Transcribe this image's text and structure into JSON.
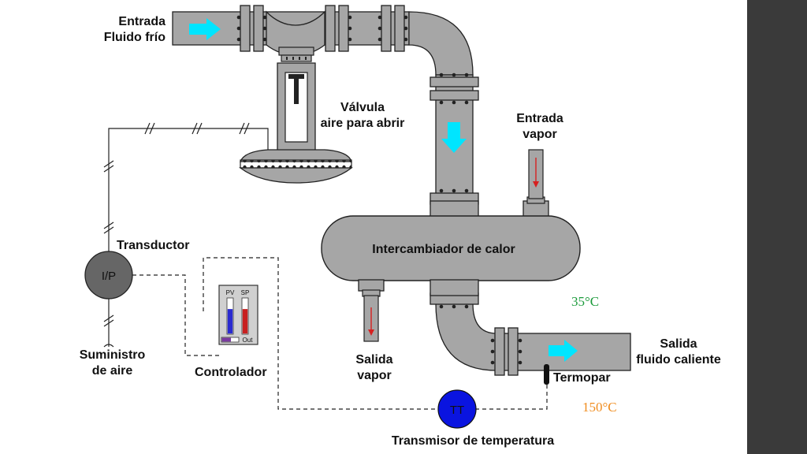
{
  "labels": {
    "inlet": "Entrada\nFluido frío",
    "valve": "Válvula\naire para abrir",
    "steam_in": "Entrada\nvapor",
    "exchanger": "Intercambiador de calor",
    "transducer": "Transductor",
    "ip": "I/P",
    "air_supply": "Suministro\nde aire",
    "controller": "Controlador",
    "pv": "PV",
    "sp": "SP",
    "out": "Out",
    "steam_out": "Salida\nvapor",
    "outlet": "Salida\nfluido caliente",
    "thermocouple": "Termopar",
    "tt": "TT",
    "transmitter": "Transmisor de temperatura",
    "temp_low": "35°C",
    "temp_high": "150°C"
  },
  "colors": {
    "pipe": "#a6a6a6",
    "flow_arrow": "#00e5ff",
    "steam_arrow": "#d62020",
    "transducer": "#666666",
    "transmitter": "#0a14e0",
    "temp_low": "#1a9a3a",
    "temp_high": "#f08c1e",
    "pv_fill": "#2a2ad0",
    "sp_fill": "#c82020",
    "sidebar": "#3a3a3a"
  },
  "controller": {
    "pv_level": 0.7,
    "sp_level": 0.7,
    "out_level": 0.55
  }
}
